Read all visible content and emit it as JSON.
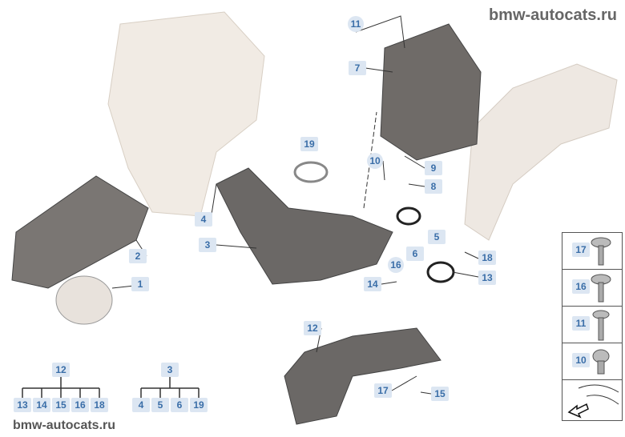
{
  "watermark": "bmw-autocats.ru",
  "callouts": [
    "11",
    "7",
    "19",
    "10",
    "9",
    "8",
    "4",
    "3",
    "5",
    "6",
    "2",
    "18",
    "16",
    "1",
    "13",
    "14",
    "12",
    "17",
    "15"
  ],
  "tree_12": {
    "parent": "12",
    "children": [
      "13",
      "14",
      "15",
      "16",
      "18"
    ]
  },
  "tree_3": {
    "parent": "3",
    "children": [
      "4",
      "5",
      "6",
      "19"
    ]
  },
  "panel": [
    "17",
    "16",
    "11",
    "10"
  ],
  "colors": {
    "label_bg": "#dce6f2",
    "label_text": "#3a6ea8"
  }
}
